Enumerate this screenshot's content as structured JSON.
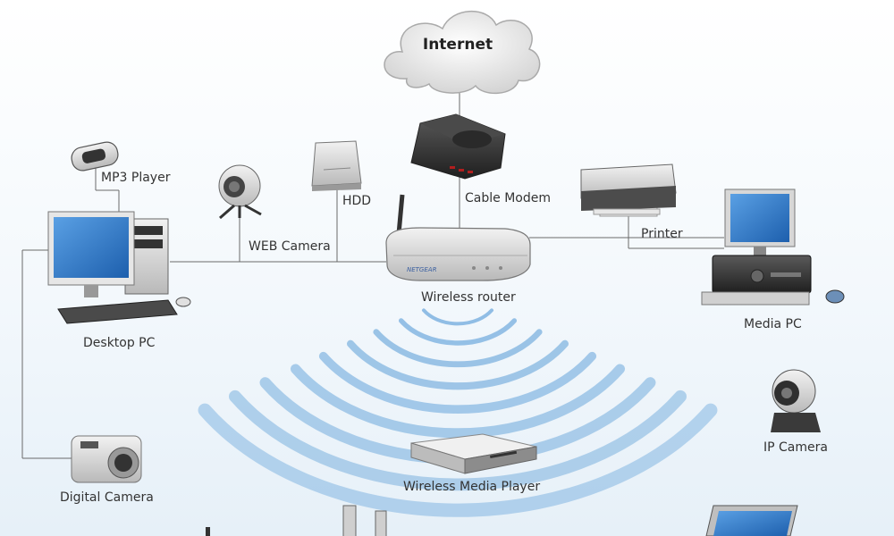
{
  "labels": {
    "internet": "Internet",
    "cable_modem": "Cable Modem",
    "mp3_player": "MP3 Player",
    "hdd": "HDD",
    "web_camera": "WEB Camera",
    "wireless_router": "Wireless router",
    "router_brand": "NETGEAR",
    "printer": "Printer",
    "media_pc": "Media PC",
    "desktop_pc": "Desktop PC",
    "ip_camera": "IP Camera",
    "digital_camera": "Digital Camera",
    "wireless_media_player": "Wireless Media Player"
  },
  "colors": {
    "wave": "#7fb3e0",
    "wave_dark": "#3f86c8",
    "line": "#666666",
    "device_dark": "#3a3a3a",
    "device_light": "#d9d9d9",
    "screen": "#2f73c2"
  }
}
